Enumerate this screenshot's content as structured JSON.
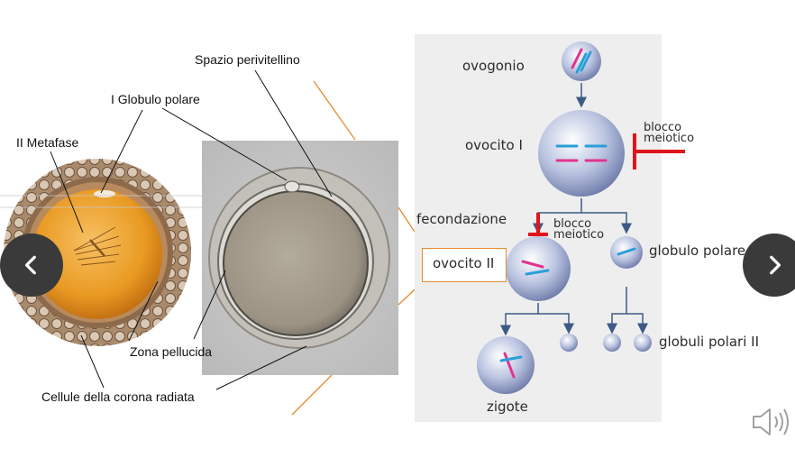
{
  "slide": {
    "left_labels": {
      "spazio": "Spazio perivitellino",
      "globulo1": "I Globulo polare",
      "metafase": "II Metafase",
      "zona": "Zona pellucida",
      "corona": "Cellule della corona radiata"
    },
    "diagram": {
      "ovogonio": "ovogonio",
      "ovocito1": "ovocito I",
      "blocco1": [
        "blocco",
        "meiotico"
      ],
      "fecondazione": "fecondazione",
      "blocco2": [
        "blocco",
        "meiotico"
      ],
      "ovocito2": "ovocito II",
      "globulo_polare": "globulo polare I",
      "globuli_polari": "globuli polari II",
      "zigote": "zigote"
    }
  },
  "controls": {
    "prev_icon": "chevron-left-icon",
    "next_icon": "chevron-right-icon",
    "audio_icon": "speaker-icon"
  },
  "colors": {
    "accent_orange": "#e78a2f",
    "block_red": "#e0141b",
    "nav_bg": "#3a3a3a"
  }
}
